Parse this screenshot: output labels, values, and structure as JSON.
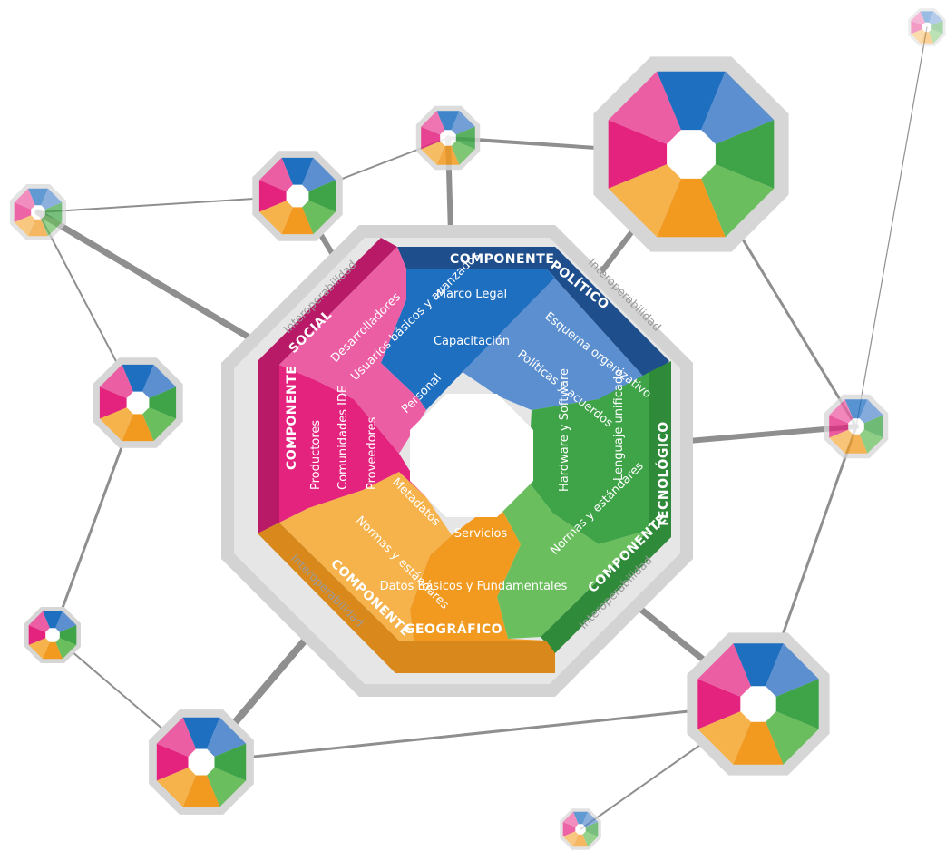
{
  "diagram": {
    "colors": {
      "pink": "#e4237f",
      "pink_light": "#ec5ea4",
      "blue": "#1f6fc1",
      "blue_light": "#5b8fd0",
      "green": "#3fa447",
      "green_light": "#6abe5d",
      "orange": "#f29a1f",
      "orange_light": "#f6b24b",
      "navy_band": "#1f4e8c",
      "green_band": "#2f8b3a",
      "orange_band": "#d9891c",
      "pink_band": "#b81a67",
      "frame_gray": "#d6d6d6",
      "link_gray": "#8f8f8f"
    },
    "components": {
      "politico": {
        "band_1": "COMPONENTE",
        "band_2": "POLÍTICO",
        "items": [
          "Marco Legal",
          "Capacitación",
          "Esquema organizativo",
          "Políticas y acuerdos"
        ]
      },
      "tecnologico": {
        "band_1": "TECNOLÓGICO",
        "band_2": "COMPONENTE",
        "items": [
          "Hardware y Software",
          "Lenguaje unificado",
          "Normas y estándares"
        ]
      },
      "geografico": {
        "band_1": "COMPONENTE",
        "band_2": "GEOGRÁFICO",
        "items": [
          "Servicios",
          "Datos Básicos y Fundamentales",
          "Metadatos",
          "Normas y estándares"
        ]
      },
      "social": {
        "band_1": "COMPONENTE",
        "band_2": "SOCIAL",
        "items": [
          "Desarrolladores",
          "Usuarios básicos y avanzados",
          "Personal",
          "Productores",
          "Comunidades IDE",
          "Proveedores"
        ]
      }
    },
    "interop_label": "Interoperabilidad"
  }
}
